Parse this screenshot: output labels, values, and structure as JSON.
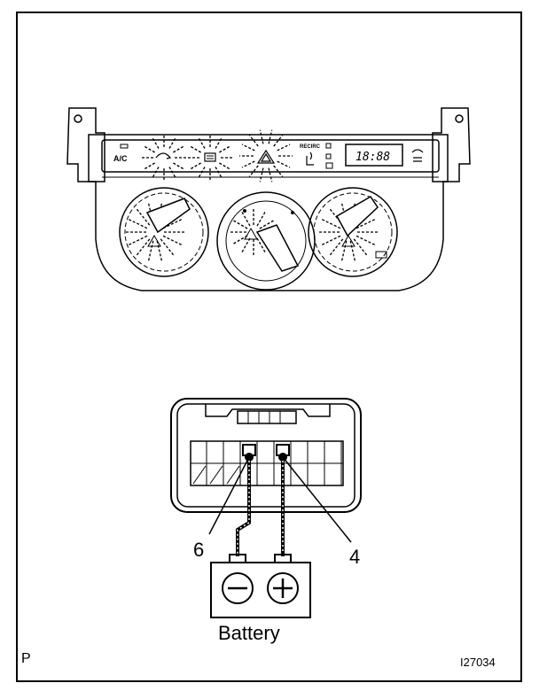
{
  "control_panel": {
    "ac_label": "A/C",
    "clock_display": "18:88",
    "recirc_label": "RECIRC",
    "icons": [
      "recirculation-icon",
      "rear-defogger-icon",
      "hazard-icon",
      "seat-heater-icon",
      "front-defroster-icon"
    ]
  },
  "connector": {
    "terminal_left": "6",
    "terminal_right": "4"
  },
  "battery": {
    "label": "Battery",
    "negative_symbol": "−",
    "positive_symbol": "+"
  },
  "corner_letter": "P",
  "figure_id": "I27034"
}
